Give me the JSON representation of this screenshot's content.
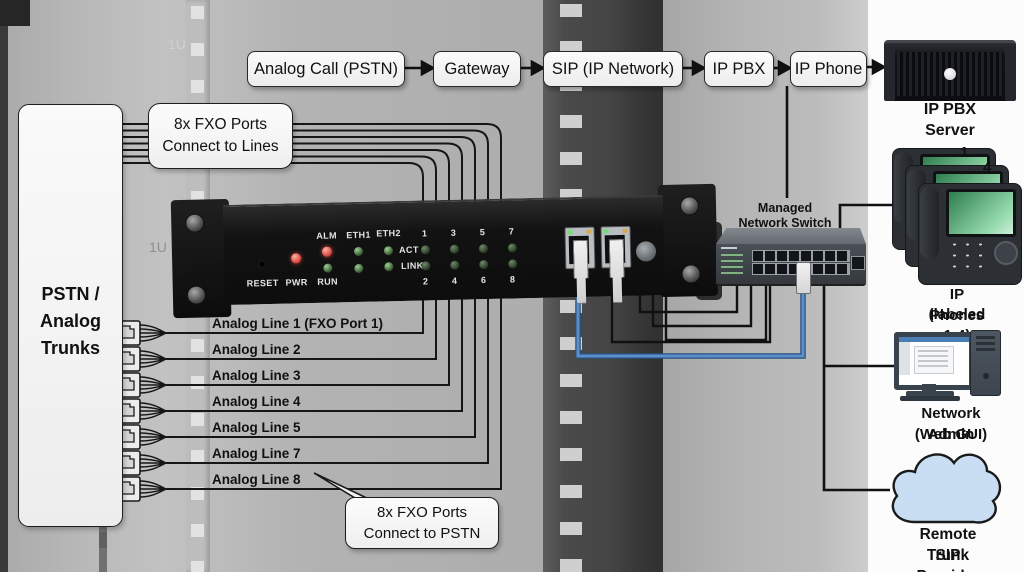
{
  "background": {
    "rack_unit_labels": [
      "1U",
      "1U"
    ]
  },
  "flow": {
    "steps": [
      "Analog Call (PSTN)",
      "Gateway",
      "SIP (IP Network)",
      "IP PBX",
      "IP Phone"
    ]
  },
  "pstn_box": {
    "line1": "PSTN /",
    "line2": "Analog",
    "line3": "Trunks"
  },
  "callout_top": {
    "line1": "8x FXO Ports",
    "line2": "Connect to Lines"
  },
  "callout_bottom": {
    "line1": "8x FXO Ports",
    "line2": "Connect to PSTN"
  },
  "analog_lines": [
    "Analog Line 1 (FXO Port 1)",
    "Analog Line 2",
    "Analog Line 3",
    "Analog Line 4",
    "Analog Line 5",
    "Analog Line 7",
    "Analog Line 8"
  ],
  "gateway_panel": {
    "reset": "RESET",
    "pwr": "PWR",
    "alm": "ALM",
    "run": "RUN",
    "eth1": "ETH1",
    "eth2": "ETH2",
    "act": "ACT",
    "link": "LINK",
    "ports_top": [
      "1",
      "3",
      "5",
      "7"
    ],
    "ports_bottom": [
      "2",
      "4",
      "6",
      "8"
    ]
  },
  "switch": {
    "label_line1": "Managed",
    "label_line2": "Network Switch"
  },
  "right_column": {
    "server_label": "IP PBX Server",
    "phone_numbers": [
      "1",
      "4"
    ],
    "phones_label_line1": "IP Phones",
    "phones_label_line2": "(labeled 1-4)",
    "admin_label_line1": "Network Admin",
    "admin_label_line2": "(Web GUI)",
    "cloud_label_line1": "Remote SIP",
    "cloud_label_line2": "Trunk Provider"
  },
  "colors": {
    "cable_blue": "#4a7fc1",
    "cloud_fill": "#c9def2",
    "led_red": "#d84a42",
    "led_green": "#37552f"
  }
}
